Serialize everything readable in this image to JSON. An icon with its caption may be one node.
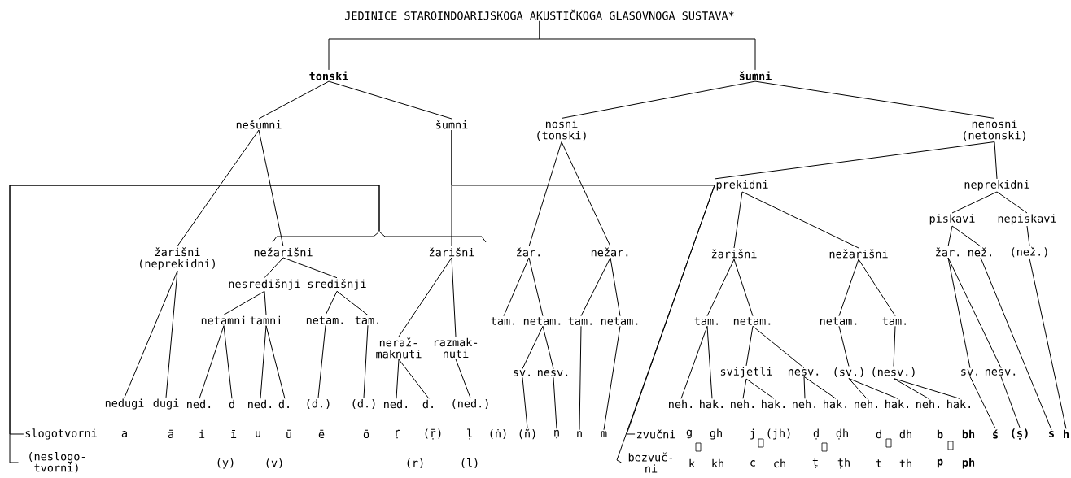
{
  "diagram": {
    "title": "JEDINICE STAROINDOARIJSKOGA AKUSTIČKOGA GLASOVNOGA SUSTAVA*",
    "nodes": [
      {
        "text": [
          "tonski"
        ]
      },
      {
        "text": [
          "šumni"
        ]
      },
      {
        "text": [
          "nešumni"
        ]
      },
      {
        "text": [
          "šumni"
        ]
      },
      {
        "text": [
          "nosni (tonski)"
        ]
      },
      {
        "text": [
          "nenosni (netonski)"
        ]
      },
      {
        "text": [
          "prekidni"
        ]
      },
      {
        "text": [
          "neprekidni"
        ]
      },
      {
        "text": [
          "piskavi"
        ]
      },
      {
        "text": [
          "nepiskavi"
        ]
      },
      {
        "text": [],
        "shape": "brace"
      },
      {
        "text": [
          "žarišni (neprekidni)"
        ]
      },
      {
        "text": [
          "nežarišni"
        ]
      },
      {
        "text": [
          "žarišni"
        ]
      },
      {
        "text": [
          "žar."
        ]
      },
      {
        "text": [
          "nežar."
        ]
      },
      {
        "text": [
          "žarišni"
        ]
      },
      {
        "text": [
          "nežarišni"
        ]
      },
      {
        "text": [
          "žar."
        ]
      },
      {
        "text": [
          "než."
        ]
      },
      {
        "text": [
          "(než.)"
        ]
      },
      {
        "text": [
          "nesredišnji"
        ]
      },
      {
        "text": [
          "središnji"
        ]
      },
      {
        "text": [
          "netamni"
        ]
      },
      {
        "text": [
          "tamni"
        ]
      },
      {
        "text": [
          "netam."
        ]
      },
      {
        "text": [
          "tam."
        ]
      },
      {
        "text": [
          "tam."
        ]
      },
      {
        "text": [
          "netam."
        ]
      },
      {
        "text": [
          "tam."
        ]
      },
      {
        "text": [
          "netam."
        ]
      },
      {
        "text": [
          "tam."
        ]
      },
      {
        "text": [
          "netam."
        ]
      },
      {
        "text": [
          "netam."
        ]
      },
      {
        "text": [
          "tam."
        ]
      },
      {
        "text": [
          "neraž- maknuti"
        ]
      },
      {
        "text": [
          "razmak- nuti"
        ]
      },
      {
        "text": [
          "sv."
        ]
      },
      {
        "text": [
          "nesv."
        ]
      },
      {
        "text": [
          "svijetli"
        ]
      },
      {
        "text": [
          "nesv."
        ]
      },
      {
        "text": [
          "(sv.)"
        ]
      },
      {
        "text": [
          "(nesv.)"
        ]
      },
      {
        "text": [
          "sv."
        ]
      },
      {
        "text": [
          "nesv."
        ]
      },
      {
        "text": [
          "nedugi"
        ]
      },
      {
        "text": [
          "dugi"
        ]
      },
      {
        "text": [
          "ned."
        ]
      },
      {
        "text": [
          "d"
        ]
      },
      {
        "text": [
          "ned."
        ]
      },
      {
        "text": [
          "d."
        ]
      },
      {
        "text": [
          "(d.)"
        ]
      },
      {
        "text": [
          "(d.)"
        ]
      },
      {
        "text": [
          "ned."
        ]
      },
      {
        "text": [
          "d."
        ]
      },
      {
        "text": [
          "(ned.)"
        ]
      },
      {
        "text": [
          "neh."
        ]
      },
      {
        "text": [
          "hak."
        ]
      },
      {
        "text": [
          "neh."
        ]
      },
      {
        "text": [
          "hak."
        ]
      },
      {
        "text": [
          "neh."
        ]
      },
      {
        "text": [
          "hak."
        ]
      },
      {
        "text": [
          "neh."
        ]
      },
      {
        "text": [
          "hak."
        ]
      },
      {
        "text": [
          "neh."
        ]
      },
      {
        "text": [
          "hak."
        ]
      },
      {
        "text": [
          "slogotvorni"
        ]
      },
      {
        "text": [
          "(ñ)"
        ]
      },
      {
        "text": [
          "ṇ"
        ]
      },
      {
        "text": [
          "n"
        ]
      },
      {
        "text": [
          "m"
        ]
      },
      {
        "text": [
          "zvučni"
        ]
      },
      {
        "text": [
          "ś"
        ]
      },
      {
        "text": [
          "(ṣ)"
        ]
      },
      {
        "text": [
          "s"
        ]
      },
      {
        "text": [
          "h"
        ]
      },
      {
        "text": [
          "(neslogo- tvorni)"
        ]
      },
      {
        "text": [
          "bezvuč- ni"
        ]
      }
    ],
    "edges": [
      {
        "from": null,
        "to": 0,
        "arrow": "none"
      },
      {
        "from": null,
        "to": 1,
        "arrow": "none"
      },
      {
        "from": 0,
        "to": 2,
        "arrow": "none"
      },
      {
        "from": 0,
        "to": 3,
        "arrow": "none"
      },
      {
        "from": 1,
        "to": 4,
        "arrow": "none"
      },
      {
        "from": 1,
        "to": 5,
        "arrow": "none"
      },
      {
        "from": 5,
        "to": 6,
        "arrow": "none"
      },
      {
        "from": 5,
        "to": 7,
        "arrow": "none"
      },
      {
        "from": 7,
        "to": 8,
        "arrow": "none"
      },
      {
        "from": 7,
        "to": 9,
        "arrow": "none"
      },
      {
        "from": 10,
        "to": 66,
        "arrow": "none"
      },
      {
        "from": 10,
        "to": 76,
        "arrow": "none"
      },
      {
        "from": 3,
        "to": 6,
        "arrow": "none"
      },
      {
        "from": 6,
        "to": 71,
        "arrow": "none"
      },
      {
        "from": 6,
        "to": 77,
        "arrow": "none"
      },
      {
        "from": 2,
        "to": 11,
        "arrow": "none"
      },
      {
        "from": 2,
        "to": 12,
        "arrow": "none"
      },
      {
        "from": 3,
        "to": 13,
        "arrow": "none"
      },
      {
        "from": 4,
        "to": 14,
        "arrow": "none"
      },
      {
        "from": 4,
        "to": 15,
        "arrow": "none"
      },
      {
        "from": 6,
        "to": 16,
        "arrow": "none"
      },
      {
        "from": 6,
        "to": 17,
        "arrow": "none"
      },
      {
        "from": 8,
        "to": 18,
        "arrow": "none"
      },
      {
        "from": 8,
        "to": 19,
        "arrow": "none"
      },
      {
        "from": 9,
        "to": 20,
        "arrow": "none"
      },
      {
        "from": 12,
        "to": 21,
        "arrow": "none"
      },
      {
        "from": 12,
        "to": 22,
        "arrow": "none"
      },
      {
        "from": 21,
        "to": 23,
        "arrow": "none"
      },
      {
        "from": 21,
        "to": 24,
        "arrow": "none"
      },
      {
        "from": 22,
        "to": 25,
        "arrow": "none"
      },
      {
        "from": 22,
        "to": 26,
        "arrow": "none"
      },
      {
        "from": 14,
        "to": 27,
        "arrow": "none"
      },
      {
        "from": 14,
        "to": 28,
        "arrow": "none"
      },
      {
        "from": 15,
        "to": 29,
        "arrow": "none"
      },
      {
        "from": 15,
        "to": 30,
        "arrow": "none"
      },
      {
        "from": 16,
        "to": 31,
        "arrow": "none"
      },
      {
        "from": 16,
        "to": 32,
        "arrow": "none"
      },
      {
        "from": 17,
        "to": 33,
        "arrow": "none"
      },
      {
        "from": 17,
        "to": 34,
        "arrow": "none"
      },
      {
        "from": 13,
        "to": 35,
        "arrow": "none"
      },
      {
        "from": 13,
        "to": 36,
        "arrow": "none"
      },
      {
        "from": 28,
        "to": 37,
        "arrow": "none"
      },
      {
        "from": 28,
        "to": 38,
        "arrow": "none"
      },
      {
        "from": 32,
        "to": 39,
        "arrow": "none"
      },
      {
        "from": 32,
        "to": 40,
        "arrow": "none"
      },
      {
        "from": 33,
        "to": 41,
        "arrow": "none"
      },
      {
        "from": 34,
        "to": 42,
        "arrow": "none"
      },
      {
        "from": 18,
        "to": 43,
        "arrow": "none"
      },
      {
        "from": 18,
        "to": 44,
        "arrow": "none"
      },
      {
        "from": 11,
        "to": 45,
        "arrow": "none"
      },
      {
        "from": 11,
        "to": 46,
        "arrow": "none"
      },
      {
        "from": 23,
        "to": 47,
        "arrow": "none"
      },
      {
        "from": 23,
        "to": 48,
        "arrow": "none"
      },
      {
        "from": 24,
        "to": 49,
        "arrow": "none"
      },
      {
        "from": 24,
        "to": 50,
        "arrow": "none"
      },
      {
        "from": 25,
        "to": 51,
        "arrow": "none"
      },
      {
        "from": 26,
        "to": 52,
        "arrow": "none"
      },
      {
        "from": 35,
        "to": 53,
        "arrow": "none"
      },
      {
        "from": 35,
        "to": 54,
        "arrow": "none"
      },
      {
        "from": 36,
        "to": 55,
        "arrow": "none"
      },
      {
        "from": 31,
        "to": 56,
        "arrow": "none"
      },
      {
        "from": 31,
        "to": 57,
        "arrow": "none"
      },
      {
        "from": 39,
        "to": 58,
        "arrow": "none"
      },
      {
        "from": 39,
        "to": 59,
        "arrow": "none"
      },
      {
        "from": 40,
        "to": 60,
        "arrow": "none"
      },
      {
        "from": 40,
        "to": 61,
        "arrow": "none"
      },
      {
        "from": 41,
        "to": 62,
        "arrow": "none"
      },
      {
        "from": 41,
        "to": 63,
        "arrow": "none"
      },
      {
        "from": 42,
        "to": 64,
        "arrow": "none"
      },
      {
        "from": 42,
        "to": 65,
        "arrow": "none"
      },
      {
        "from": 37,
        "to": 67,
        "arrow": "none"
      },
      {
        "from": 38,
        "to": 68,
        "arrow": "none"
      },
      {
        "from": 29,
        "to": 69,
        "arrow": "none"
      },
      {
        "from": 30,
        "to": 70,
        "arrow": "none"
      },
      {
        "from": 43,
        "to": 72,
        "arrow": "none"
      },
      {
        "from": 44,
        "to": 73,
        "arrow": "none"
      },
      {
        "from": 19,
        "to": 74,
        "arrow": "none"
      },
      {
        "from": 20,
        "to": 75,
        "arrow": "none"
      }
    ],
    "labels": [
      "a",
      "ā",
      "i",
      "ī",
      "u",
      "ū",
      "ē",
      "ō",
      "ṛ",
      "(ṝ)",
      "ḷ",
      "(ṅ)",
      "g",
      "gh",
      "j",
      "(jh)",
      "ḍ",
      "ḍh",
      "d",
      "dh",
      "b",
      "bh",
      "(y)",
      "(v)",
      "(r)",
      "(l)",
      "k",
      "kh",
      "c",
      "ch",
      "ṭ",
      "ṭh",
      "t",
      "th",
      "p",
      "ph"
    ]
  }
}
